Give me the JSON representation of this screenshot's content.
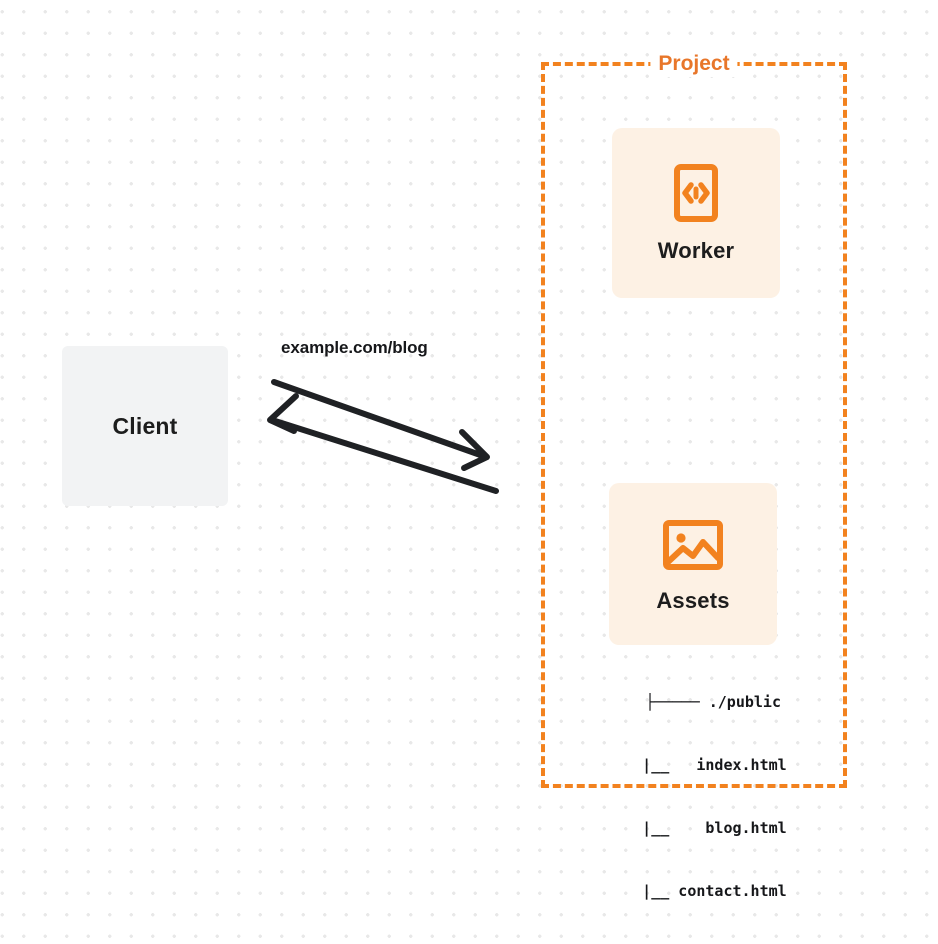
{
  "diagram": {
    "title": "Worker with static assets request flow",
    "colors": {
      "accent_orange": "#f2821f",
      "title_orange": "#e8762a",
      "card_bg": "#fdf1e4",
      "client_bg": "#f2f3f4",
      "text_dark": "#16171a",
      "arrow": "#1f2124",
      "dot_grid": "#e8e8e8",
      "canvas_bg": "#ffffff"
    }
  },
  "client": {
    "label": "Client"
  },
  "connection": {
    "request_label": "example.com/blog",
    "outgoing_direction": "client-to-project",
    "incoming_direction": "project-to-client"
  },
  "project": {
    "title": "Project",
    "nodes": [
      {
        "label": "Worker",
        "icon": "code-brackets-icon"
      },
      {
        "label": "Assets",
        "icon": "image-icon"
      }
    ],
    "file_tree": [
      "├───── ./public",
      "      |__   index.html",
      "      |__    blog.html",
      "      |__ contact.html"
    ]
  }
}
